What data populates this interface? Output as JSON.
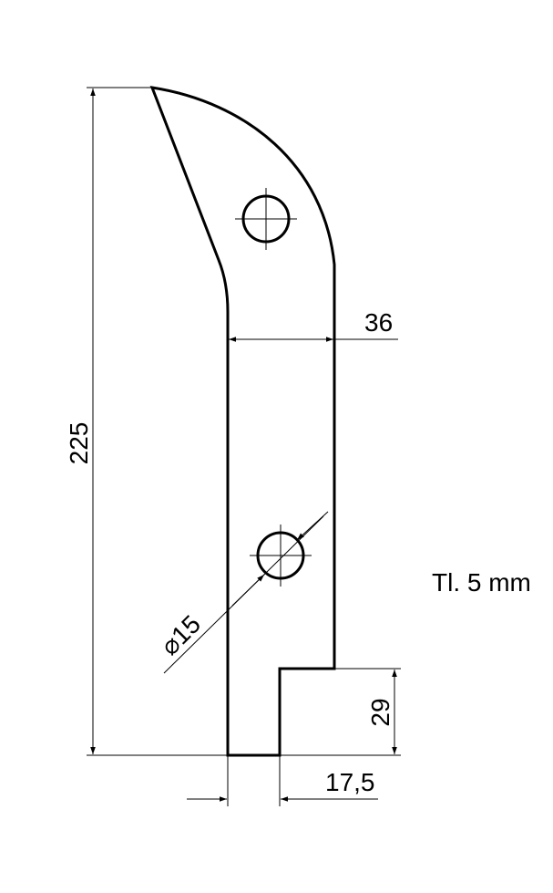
{
  "drawing": {
    "line_color": "#000000",
    "background": "#ffffff",
    "dimensions": {
      "overall_height": "225",
      "width": "36",
      "hole_diameter_symbol": "⌀",
      "hole_diameter": "15",
      "notch_height": "29",
      "notch_width": "17,5"
    },
    "note": "Tl. 5 mm"
  }
}
